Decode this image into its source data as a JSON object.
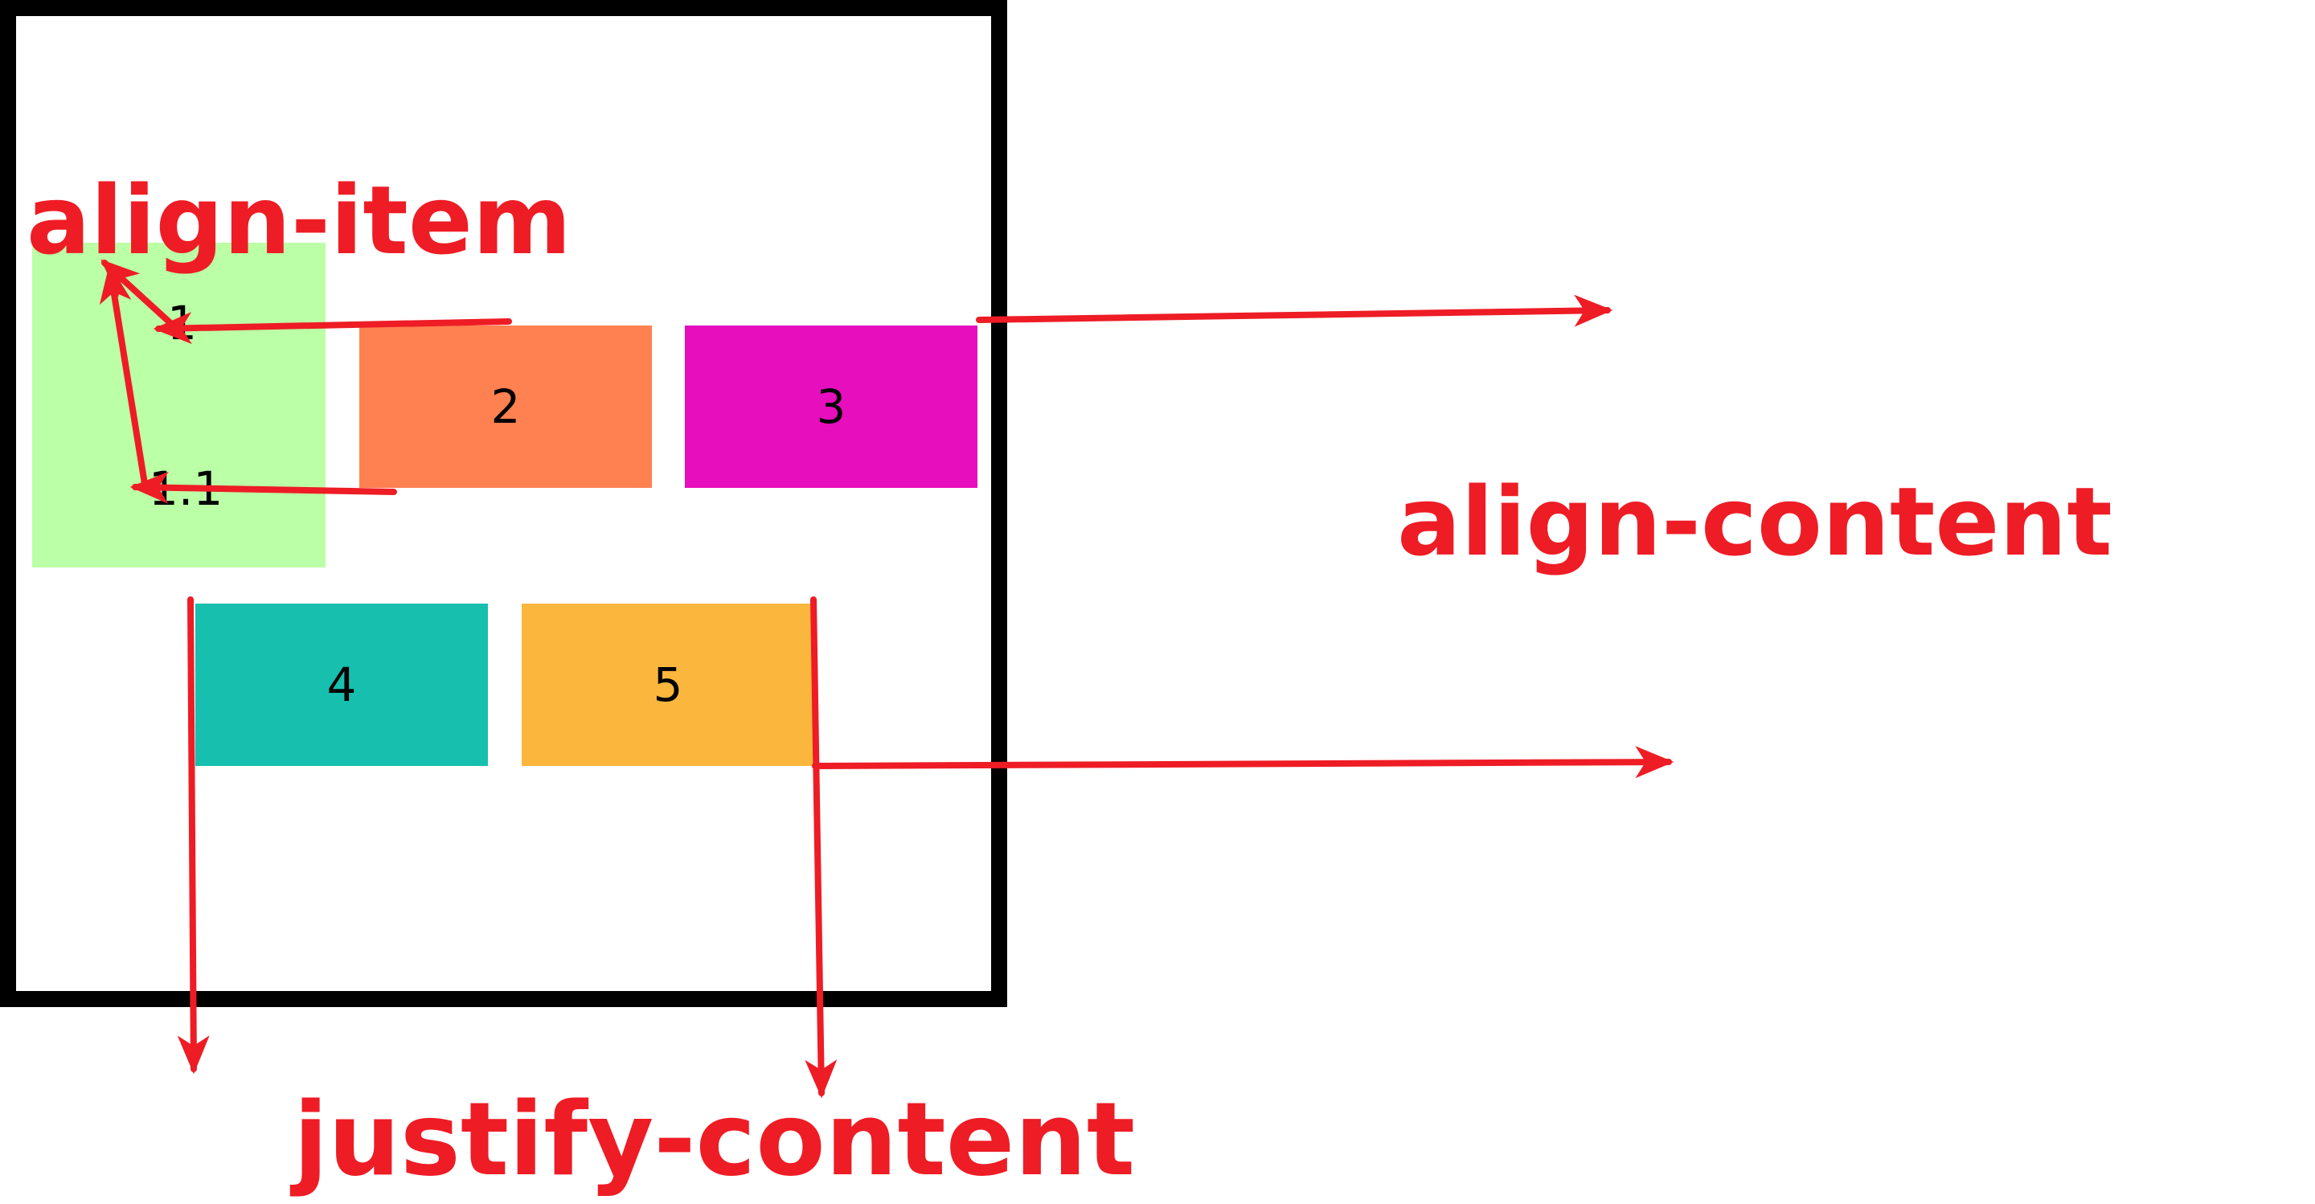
{
  "colors": {
    "annotation": "#ee1c25",
    "container_border": "#000000",
    "item_1": "#bbffa6",
    "item_2": "#ff8050",
    "item_3": "#e60ebd",
    "item_4": "#16bfae",
    "item_5": "#fbb63d"
  },
  "items": [
    {
      "labels": [
        "1",
        "1.1"
      ]
    },
    {
      "label": "2"
    },
    {
      "label": "3"
    },
    {
      "label": "4"
    },
    {
      "label": "5"
    }
  ],
  "annotations": {
    "align_item": "align-item",
    "align_content": "align-content",
    "justify_content": "justify-content"
  }
}
